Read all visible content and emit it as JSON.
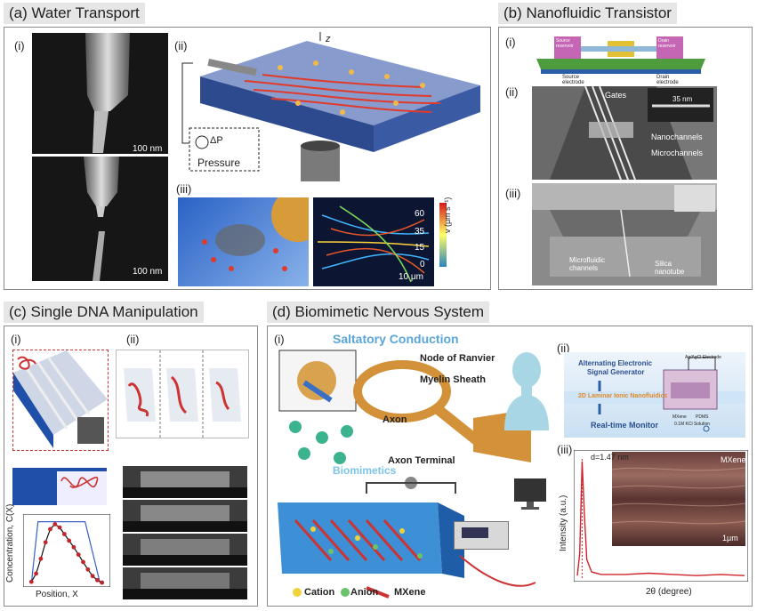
{
  "panels": {
    "a": {
      "title": "(a) Water Transport",
      "labels": [
        "(i)",
        "(ii)",
        "(iii)"
      ],
      "scale_top": "100 nm",
      "scale_bottom": "100 nm",
      "axis_z": "z",
      "pressure_delta": "ΔP",
      "pressure_label": "Pressure",
      "colorbar_ticks": [
        "60",
        "35",
        "15",
        "0"
      ],
      "colorbar_unit": "v (μm s⁻¹)",
      "scale_map": "10 μm",
      "colors": {
        "colorbar_high": "#d7191c",
        "colorbar_mid": "#ffff66",
        "colorbar_low": "#2b83ba"
      }
    },
    "b": {
      "title": "(b) Nanofluidic Transistor",
      "labels": [
        "(i)",
        "(ii)",
        "(iii)"
      ],
      "source_top": "Source reservoir",
      "drain_top": "Drain reservoir",
      "source_electrode": "Source electrode",
      "drain_electrode": "Drain electrode",
      "gates": "Gates",
      "nm35": "35 nm",
      "nanochannels": "Nanochannels",
      "microchannels": "Microchannels",
      "microfluidic_channels": "Microfluidic channels",
      "silica_nanotube": "Silica nanotube"
    },
    "c": {
      "title": "(c) Single DNA Manipulation",
      "labels": [
        "(i)",
        "(ii)"
      ],
      "ylabel": "Concentration, C(X)",
      "xlabel": "Position, X"
    },
    "d": {
      "title": "(d) Biomimetic Nervous System",
      "labels": [
        "(i)",
        "(ii)",
        "(iii)"
      ],
      "saltatory": "Saltatory Conduction",
      "node_ranvier": "Node of Ranvier",
      "myelin": "Myelin Sheath",
      "axon": "Axon",
      "axon_terminal": "Axon Terminal",
      "biomimetics": "Biomimetics",
      "cation": "Cation",
      "anion": "Anion",
      "mxene": "MXene",
      "gen_line1": "Alternating Electronic",
      "gen_line2": "Signal Generator",
      "laminar": "2D Laminar Ionic Nanofluidics",
      "monitor": "Real-time Monitor",
      "agcl": "Ag/AgCl Electrode",
      "mxene_small": "MXene",
      "pdms": "PDMS",
      "kcl": "0.1M KCl Solution",
      "d_spacing": "d=1.47 nm",
      "xrd_ylabel": "Intensity (a.u.)",
      "xrd_xlabel": "2θ (degree)",
      "mxene_image": "MXene",
      "scale_1um": "1μm"
    }
  },
  "chart_data": [
    {
      "type": "scatter",
      "xlabel": "Position, X",
      "ylabel": "Concentration, C(X)",
      "series": [
        {
          "values": [
            [
              0.05,
              0.02
            ],
            [
              0.1,
              0.12
            ],
            [
              0.15,
              0.3
            ],
            [
              0.2,
              0.5
            ],
            [
              0.25,
              0.66
            ],
            [
              0.3,
              0.72
            ],
            [
              0.35,
              0.68
            ],
            [
              0.4,
              0.6
            ],
            [
              0.45,
              0.52
            ],
            [
              0.5,
              0.44
            ],
            [
              0.55,
              0.35
            ],
            [
              0.6,
              0.26
            ],
            [
              0.65,
              0.17
            ],
            [
              0.7,
              0.09
            ],
            [
              0.75,
              0.04
            ],
            [
              0.8,
              0.01
            ]
          ]
        }
      ]
    },
    {
      "type": "line",
      "xlabel": "2θ (degree)",
      "ylabel": "Intensity (a.u.)",
      "annotation": "d=1.47 nm",
      "series": [
        {
          "values": [
            [
              5,
              0.02
            ],
            [
              5.5,
              0.2
            ],
            [
              6,
              0.95
            ],
            [
              6.5,
              0.5
            ],
            [
              7,
              0.15
            ],
            [
              8,
              0.05
            ],
            [
              10,
              0.03
            ],
            [
              15,
              0.03
            ],
            [
              20,
              0.04
            ],
            [
              25,
              0.03
            ],
            [
              30,
              0.02
            ],
            [
              35,
              0.03
            ],
            [
              40,
              0.02
            ]
          ]
        }
      ]
    }
  ]
}
